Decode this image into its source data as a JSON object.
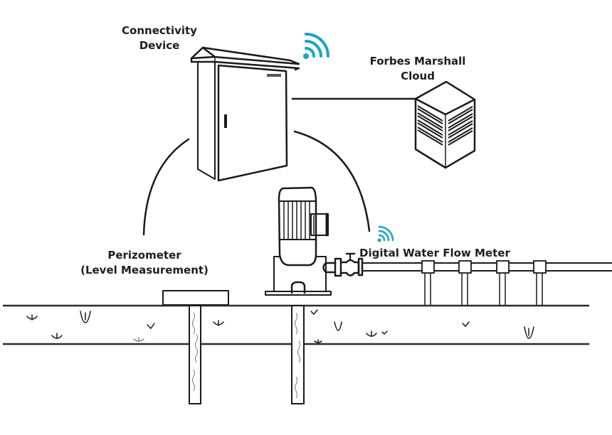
{
  "diagram": {
    "type": "IoT water monitoring system illustration",
    "labels": {
      "connectivity_device": [
        "Connectivity",
        "Device"
      ],
      "cloud": [
        "Forbes Marshall",
        "Cloud"
      ],
      "piezometer": [
        "Perizometer",
        "(Level Measurement)"
      ],
      "flow_meter": "Digital Water Flow Meter"
    },
    "colors": {
      "line": "#1a1a1a",
      "wifi": "#1aa3c9",
      "background": "#ffffff"
    },
    "icons": [
      "wifi-icon",
      "cabinet-icon",
      "server-cloud-icon",
      "pump-motor-icon",
      "valve-icon",
      "pipeline-icon",
      "borewell-icon"
    ]
  }
}
